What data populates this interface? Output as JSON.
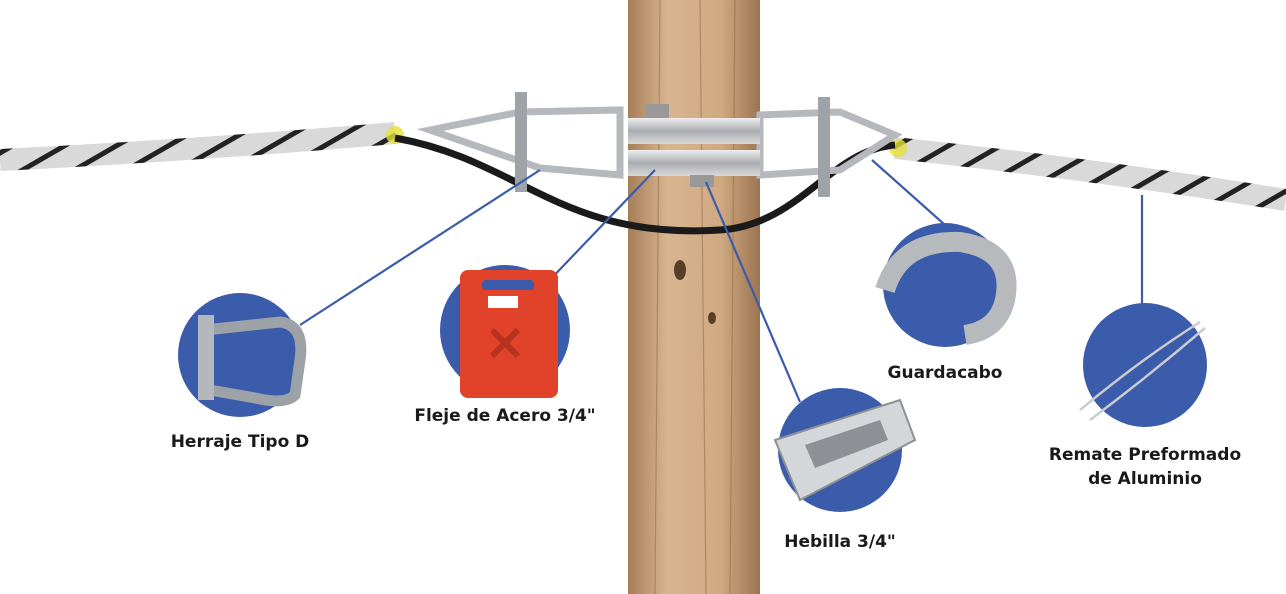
{
  "colors": {
    "accent": "#3b5bab",
    "pole": "#c9a27a",
    "cable": "#1a1a1a",
    "strap": "#e0422a"
  },
  "components": [
    {
      "id": "herraje",
      "label": "Herraje Tipo D",
      "icon": "d-shackle-icon"
    },
    {
      "id": "fleje",
      "label": "Fleje de Acero 3/4\"",
      "icon": "steel-strap-reel-icon"
    },
    {
      "id": "hebilla",
      "label": "Hebilla 3/4\"",
      "icon": "buckle-icon"
    },
    {
      "id": "guardacabo",
      "label": "Guardacabo",
      "icon": "thimble-icon"
    },
    {
      "id": "remate",
      "label_line1": "Remate Preformado",
      "label_line2": "de Aluminio",
      "icon": "preformed-dead-end-icon"
    }
  ]
}
